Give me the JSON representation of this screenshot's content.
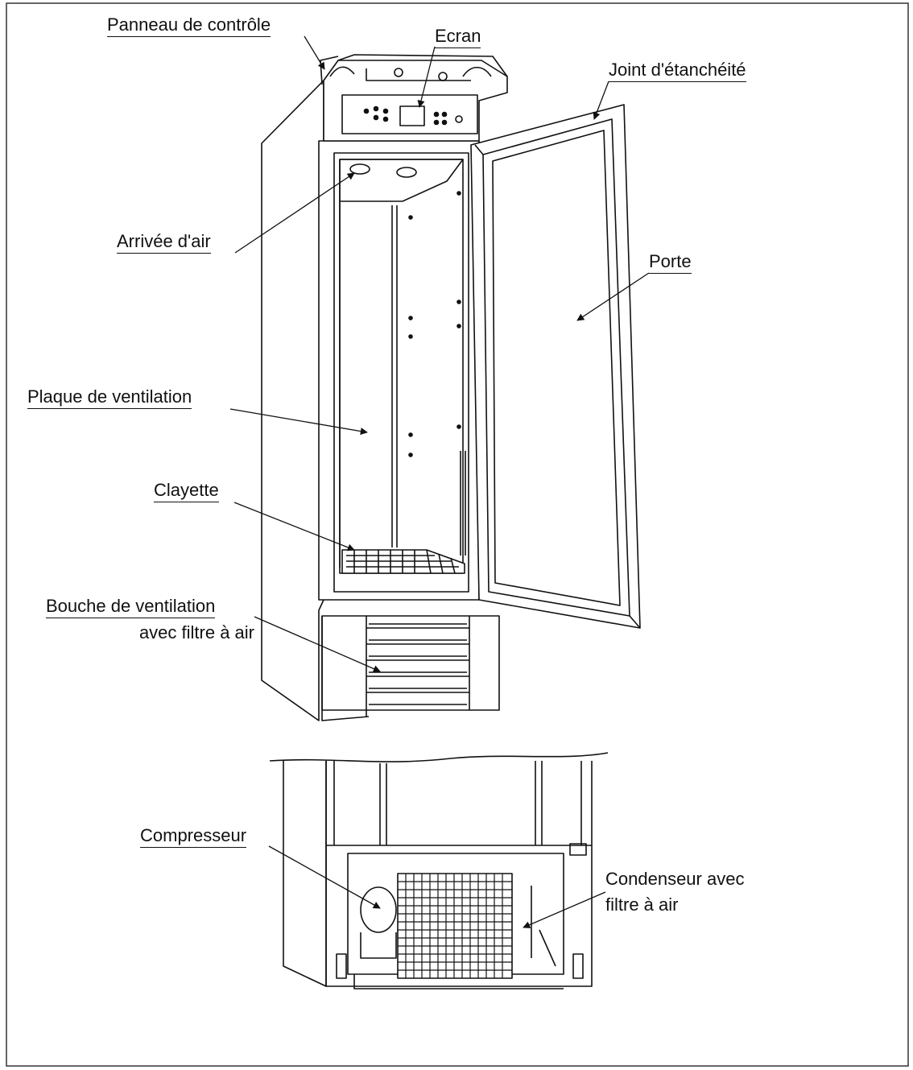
{
  "diagram": {
    "labels": {
      "panneau": "Panneau de contrôle",
      "ecran": "Ecran",
      "joint": "Joint d'étanchéité",
      "arrivee": "Arrivée d'air",
      "porte": "Porte",
      "plaque": "Plaque de ventilation",
      "clayette": "Clayette",
      "bouche_l1": "Bouche de ventilation",
      "bouche_l2": "avec filtre à air",
      "compresseur": "Compresseur",
      "condenseur_l1": "Condenseur avec",
      "condenseur_l2": "filtre à air"
    }
  }
}
